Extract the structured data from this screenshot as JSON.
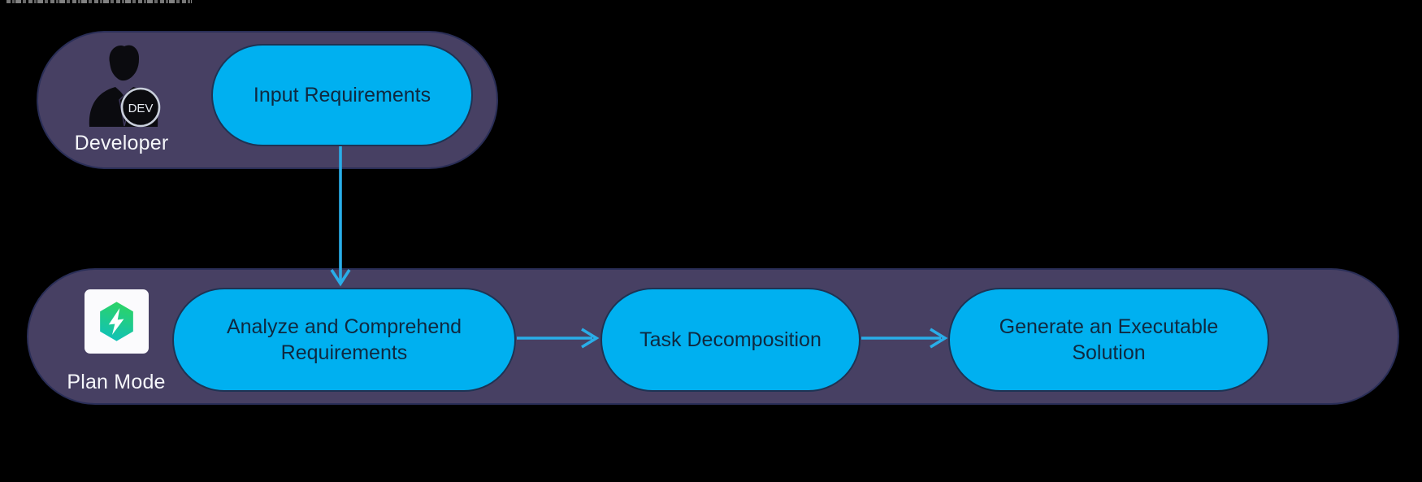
{
  "diagram": {
    "groups": [
      {
        "id": "developer",
        "label": "Developer",
        "icon": "developer-avatar-icon",
        "badge": "DEV",
        "nodes": [
          {
            "id": "input-requirements",
            "label": "Input Requirements"
          }
        ]
      },
      {
        "id": "plan-mode",
        "label": "Plan Mode",
        "icon": "plan-mode-icon",
        "nodes": [
          {
            "id": "analyze-requirements",
            "label": "Analyze and Comprehend Requirements"
          },
          {
            "id": "task-decomposition",
            "label": "Task Decomposition"
          },
          {
            "id": "generate-solution",
            "label": "Generate an Executable Solution"
          }
        ]
      }
    ],
    "edges": [
      {
        "from": "Input Requirements",
        "to": "Analyze and Comprehend Requirements",
        "direction": "down"
      },
      {
        "from": "Analyze and Comprehend Requirements",
        "to": "Task Decomposition",
        "direction": "right"
      },
      {
        "from": "Task Decomposition",
        "to": "Generate an Executable Solution",
        "direction": "right"
      }
    ],
    "colors": {
      "background": "#000000",
      "group_fill": "#474063",
      "group_border": "#2a2e57",
      "node_fill": "#00b0f0",
      "node_border": "#1e3353",
      "node_text": "#0f2940",
      "arrow": "#29ade8",
      "label_text": "#f5f6fa",
      "plan_icon_green": "#2dd464",
      "plan_icon_teal": "#10c1ba"
    }
  }
}
